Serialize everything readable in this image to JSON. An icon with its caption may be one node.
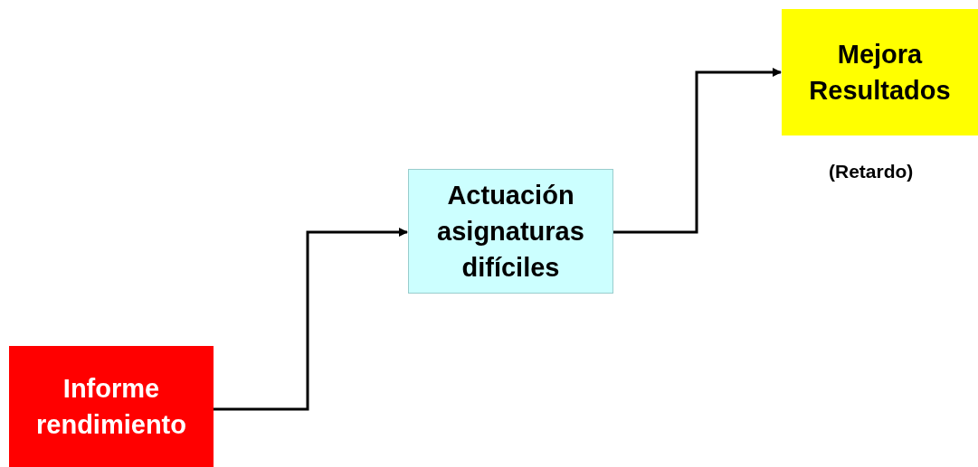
{
  "diagram": {
    "nodes": [
      {
        "text": [
          "Informe rendimiento"
        ]
      },
      {
        "text": [
          "Actuación asignaturas difíciles"
        ]
      },
      {
        "text": [
          "Mejora Resultados"
        ],
        "beside": [
          "(Retardo)"
        ]
      }
    ],
    "edges": [
      {
        "from": 0,
        "to": 1,
        "arrow": "to"
      },
      {
        "from": 1,
        "to": 2,
        "arrow": "to"
      }
    ]
  }
}
